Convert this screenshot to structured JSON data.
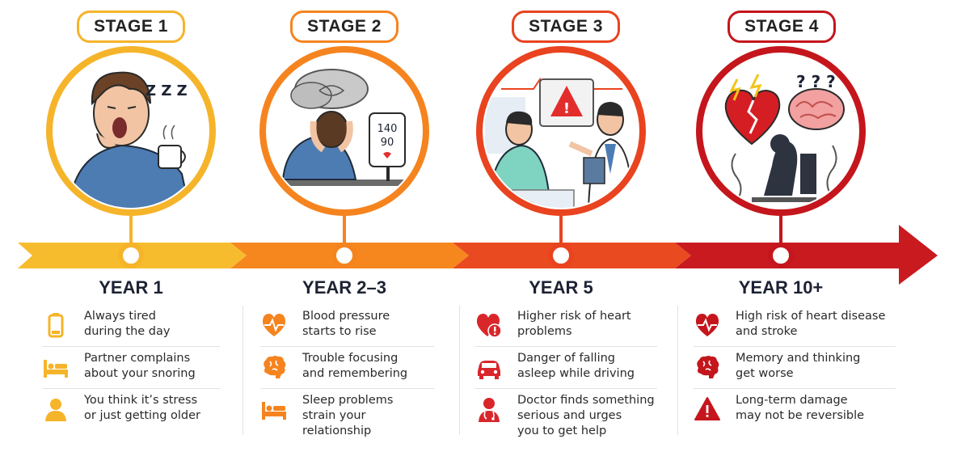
{
  "stages": [
    {
      "label": "STAGE 1",
      "year": "YEAR 1",
      "color": "#f5b42a",
      "items": [
        {
          "icon": "low-battery-icon",
          "text": "Always tired\nduring the day"
        },
        {
          "icon": "bed-icon",
          "text": "Partner complains\nabout your snoring"
        },
        {
          "icon": "person-icon",
          "text": "You think it’s stress\nor just getting older"
        }
      ]
    },
    {
      "label": "STAGE 2",
      "year": "YEAR 2–3",
      "color": "#f5841f",
      "items": [
        {
          "icon": "heartbeat-icon",
          "text": "Blood pressure\nstarts to rise"
        },
        {
          "icon": "brain-icon",
          "text": "Trouble focusing\nand remembering"
        },
        {
          "icon": "bed-icon",
          "text": "Sleep problems\nstrain your\nrelationship"
        }
      ]
    },
    {
      "label": "STAGE 3",
      "year": "YEAR 5",
      "color": "#e9431f",
      "items": [
        {
          "icon": "heart-warning-icon",
          "text": "Higher risk of heart\nproblems"
        },
        {
          "icon": "car-icon",
          "text": "Danger of falling\nasleep while driving"
        },
        {
          "icon": "doctor-icon",
          "text": "Doctor finds something\nserious and urges\nyou to get help"
        }
      ]
    },
    {
      "label": "STAGE 4",
      "year": "YEAR 10+",
      "color": "#c4161c",
      "items": [
        {
          "icon": "heartbeat-icon",
          "text": "High risk of heart disease\nand stroke"
        },
        {
          "icon": "brain-icon",
          "text": "Memory and thinking\nget worse"
        },
        {
          "icon": "warning-icon",
          "text": "Long-term damage\nmay not be reversible"
        }
      ]
    }
  ],
  "illustration_text": {
    "snore": "Z Z Z",
    "bp_top": "140",
    "bp_bottom": "90",
    "questions": "? ? ?"
  }
}
